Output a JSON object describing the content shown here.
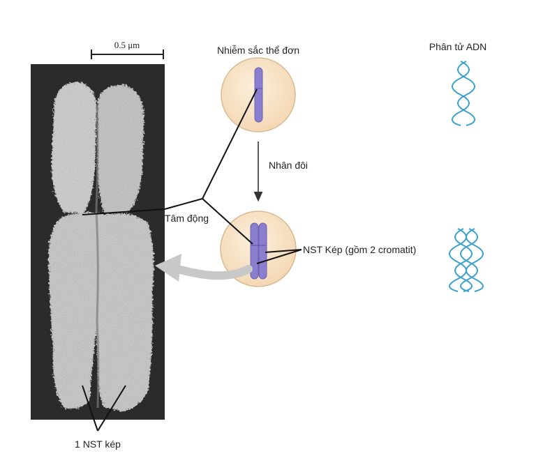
{
  "labels": {
    "scale_bar": "0.5 μm",
    "single_chromosome": "Nhiễm sắc thể đơn",
    "dna_molecule": "Phân tử ADN",
    "duplication": "Nhân đôi",
    "centromere": "Tâm động",
    "double_chromosome": "NST Kép (gồm 2 cromatit)",
    "micrograph_caption": "1 NST kép"
  },
  "colors": {
    "background": "#ffffff",
    "micrograph_background": "#2b2b2b",
    "chromosome_texture": "#c9c9c9",
    "nucleus_fill": "#f8e4c8",
    "nucleus_stroke": "#d9b98f",
    "chromatid": "#8a7fcf",
    "chromatid_stroke": "#6b61b0",
    "dna_helix": "#3aa0cf",
    "arrow": "#333333",
    "curved_arrow": "#bdbdbd"
  }
}
